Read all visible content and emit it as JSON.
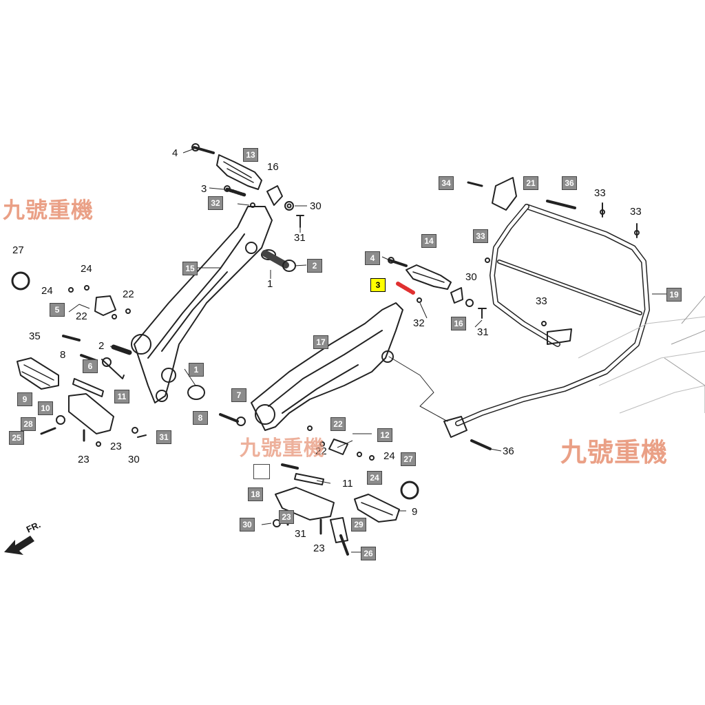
{
  "watermarks": [
    "九號重機",
    "九號重機",
    "九號重機"
  ],
  "front_marker": "FR.",
  "callouts": {
    "c4a": "4",
    "c13": "13",
    "c16a": "16",
    "c3a": "3",
    "c32a": "32",
    "c30a": "30",
    "c31a": "31",
    "c15": "15",
    "c2a": "2",
    "c1a": "1",
    "c27a": "27",
    "c24a": "24",
    "c24b": "24",
    "c22a": "22",
    "c5": "5",
    "c22b": "22",
    "c35": "35",
    "c2b": "2",
    "c8a": "8",
    "c6": "6",
    "c9a": "9",
    "c11a": "11",
    "c10": "10",
    "c28": "28",
    "c25": "25",
    "c23a": "23",
    "c23b": "23",
    "c30b": "30",
    "c31b": "31",
    "c1b": "1",
    "c7": "7",
    "c8b": "8",
    "c34": "34",
    "c21": "21",
    "c36a": "36",
    "c33a": "33",
    "c33b": "33",
    "c33c": "33",
    "c14": "14",
    "c4b": "4",
    "c3b": "3",
    "c30c": "30",
    "c32b": "32",
    "c16b": "16",
    "c31c": "31",
    "c33d": "33",
    "c19": "19",
    "c17": "17",
    "c36b": "36",
    "c22c": "22",
    "c12": "12",
    "c22d": "22",
    "c24c": "24",
    "c24d": "24",
    "c27b": "27",
    "c11b": "11",
    "c18": "18",
    "c9b": "9",
    "c30d": "30",
    "c23c": "23",
    "c31d": "31",
    "c29": "29",
    "c23d": "23",
    "c26": "26"
  },
  "colors": {
    "highlight": "#ffff00",
    "callout_box": "#8c8c8c",
    "watermark": "#e8967a",
    "spring": "#e03030"
  }
}
